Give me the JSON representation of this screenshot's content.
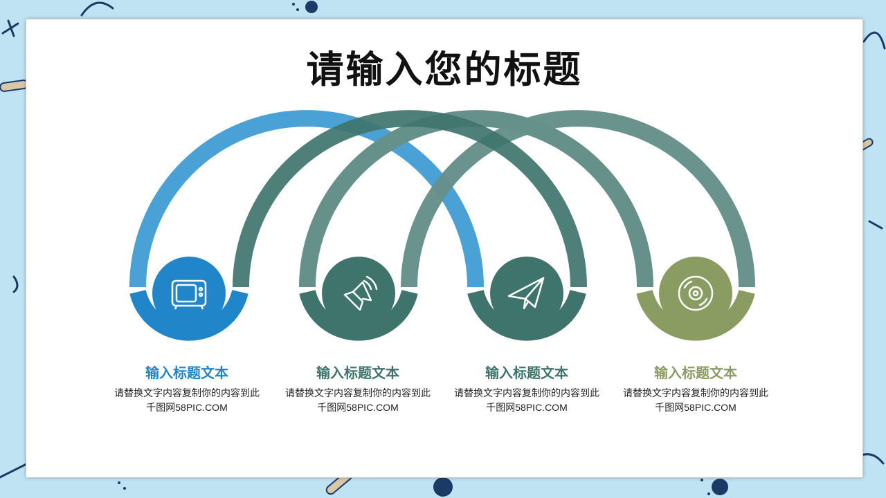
{
  "slide": {
    "title": "请输入您的标题"
  },
  "colors": {
    "background": "#bfe3f3",
    "blue": "#4aa1d6",
    "blue_dark": "#2186c9",
    "teal_dark": "#3f746c",
    "teal_light": "#66908a",
    "olive": "#8a9c62"
  },
  "items": [
    {
      "icon": "tv-icon",
      "title": "输入标题文本",
      "desc": "请替换文字内容复制你的内容到此千图网58PIC.COM",
      "color": "#2186c9"
    },
    {
      "icon": "speaker-icon",
      "title": "输入标题文本",
      "desc": "请替换文字内容复制你的内容到此千图网58PIC.COM",
      "color": "#3f746c"
    },
    {
      "icon": "paper-plane-icon",
      "title": "输入标题文本",
      "desc": "请替换文字内容复制你的内容到此千图网58PIC.COM",
      "color": "#3f746c"
    },
    {
      "icon": "disc-icon",
      "title": "输入标题文本",
      "desc": "请替换文字内容复制你的内容到此千图网58PIC.COM",
      "color": "#8a9c62"
    }
  ]
}
